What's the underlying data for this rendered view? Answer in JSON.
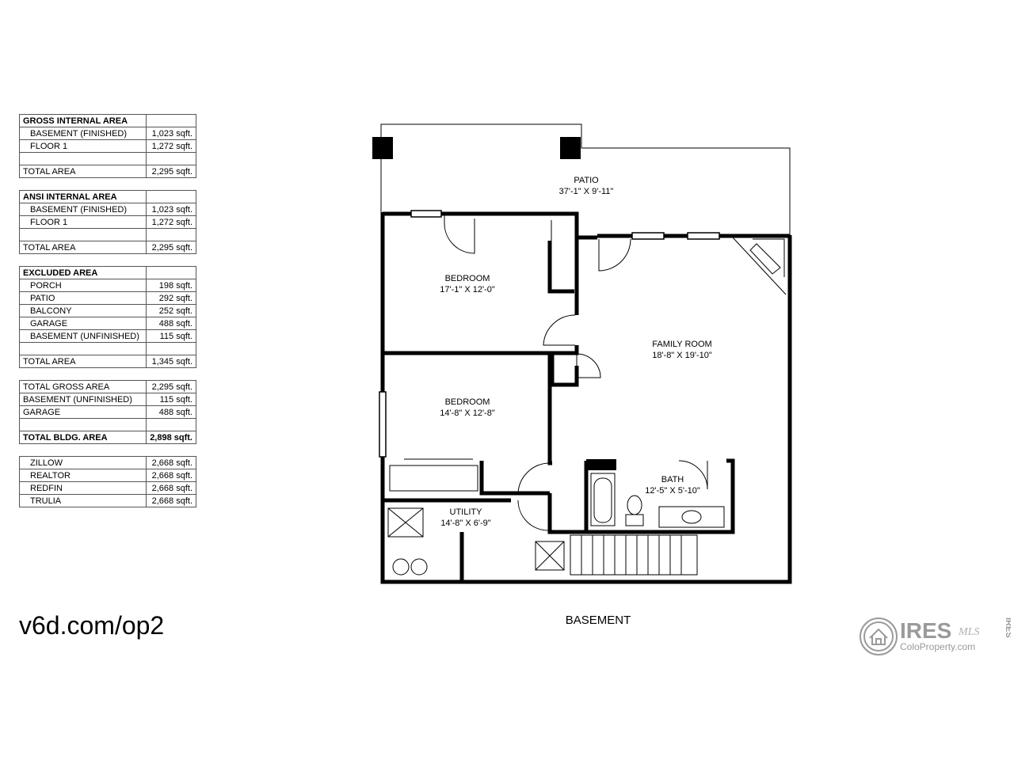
{
  "tables": [
    {
      "rows": [
        {
          "label": "GROSS INTERNAL AREA",
          "value": "",
          "head": true
        },
        {
          "label": "BASEMENT (FINISHED)",
          "value": "1,023 sqft.",
          "indent": true
        },
        {
          "label": "FLOOR 1",
          "value": "1,272 sqft.",
          "indent": true
        },
        {
          "label": "",
          "value": ""
        },
        {
          "label": "TOTAL AREA",
          "value": "2,295 sqft."
        }
      ]
    },
    {
      "rows": [
        {
          "label": "ANSI INTERNAL AREA",
          "value": "",
          "head": true
        },
        {
          "label": "BASEMENT (FINISHED)",
          "value": "1,023 sqft.",
          "indent": true
        },
        {
          "label": "FLOOR 1",
          "value": "1,272 sqft.",
          "indent": true
        },
        {
          "label": "",
          "value": ""
        },
        {
          "label": "TOTAL AREA",
          "value": "2,295 sqft."
        }
      ]
    },
    {
      "rows": [
        {
          "label": "EXCLUDED AREA",
          "value": "",
          "head": true
        },
        {
          "label": "PORCH",
          "value": "198 sqft.",
          "indent": true
        },
        {
          "label": "PATIO",
          "value": "292 sqft.",
          "indent": true
        },
        {
          "label": "BALCONY",
          "value": "252 sqft.",
          "indent": true
        },
        {
          "label": "GARAGE",
          "value": "488 sqft.",
          "indent": true
        },
        {
          "label": "BASEMENT (UNFINISHED)",
          "value": "115 sqft.",
          "indent": true
        },
        {
          "label": "",
          "value": ""
        },
        {
          "label": "TOTAL AREA",
          "value": "1,345 sqft."
        }
      ]
    },
    {
      "rows": [
        {
          "label": "TOTAL GROSS AREA",
          "value": "2,295 sqft."
        },
        {
          "label": "BASEMENT (UNFINISHED)",
          "value": "115 sqft."
        },
        {
          "label": "GARAGE",
          "value": "488 sqft."
        },
        {
          "label": "",
          "value": ""
        },
        {
          "label": "TOTAL BLDG. AREA",
          "value": "2,898 sqft.",
          "bold": true
        }
      ]
    },
    {
      "rows": [
        {
          "label": "ZILLOW",
          "value": "2,668 sqft.",
          "indent": true
        },
        {
          "label": "REALTOR",
          "value": "2,668 sqft.",
          "indent": true
        },
        {
          "label": "REDFIN",
          "value": "2,668 sqft.",
          "indent": true
        },
        {
          "label": "TRULIA",
          "value": "2,668 sqft.",
          "indent": true
        }
      ]
    }
  ],
  "rooms": [
    {
      "name": "PATIO",
      "dims": "37'-1\" X 9'-11\""
    },
    {
      "name": "BEDROOM",
      "dims": "17'-1\" X 12'-0\""
    },
    {
      "name": "FAMILY ROOM",
      "dims": "18'-8\" X 19'-10\""
    },
    {
      "name": "BEDROOM",
      "dims": "14'-8\" X 12'-8\""
    },
    {
      "name": "BATH",
      "dims": "12'-5\" X 5'-10\""
    },
    {
      "name": "UTILITY",
      "dims": "14'-8\" X 6'-9\""
    }
  ],
  "floor_name": "BASEMENT",
  "site_url": "v6d.com/op2",
  "logo": {
    "brand": "IRES",
    "suffix": "MLS",
    "site": "ColoProperty.com",
    "side": "IRES"
  }
}
